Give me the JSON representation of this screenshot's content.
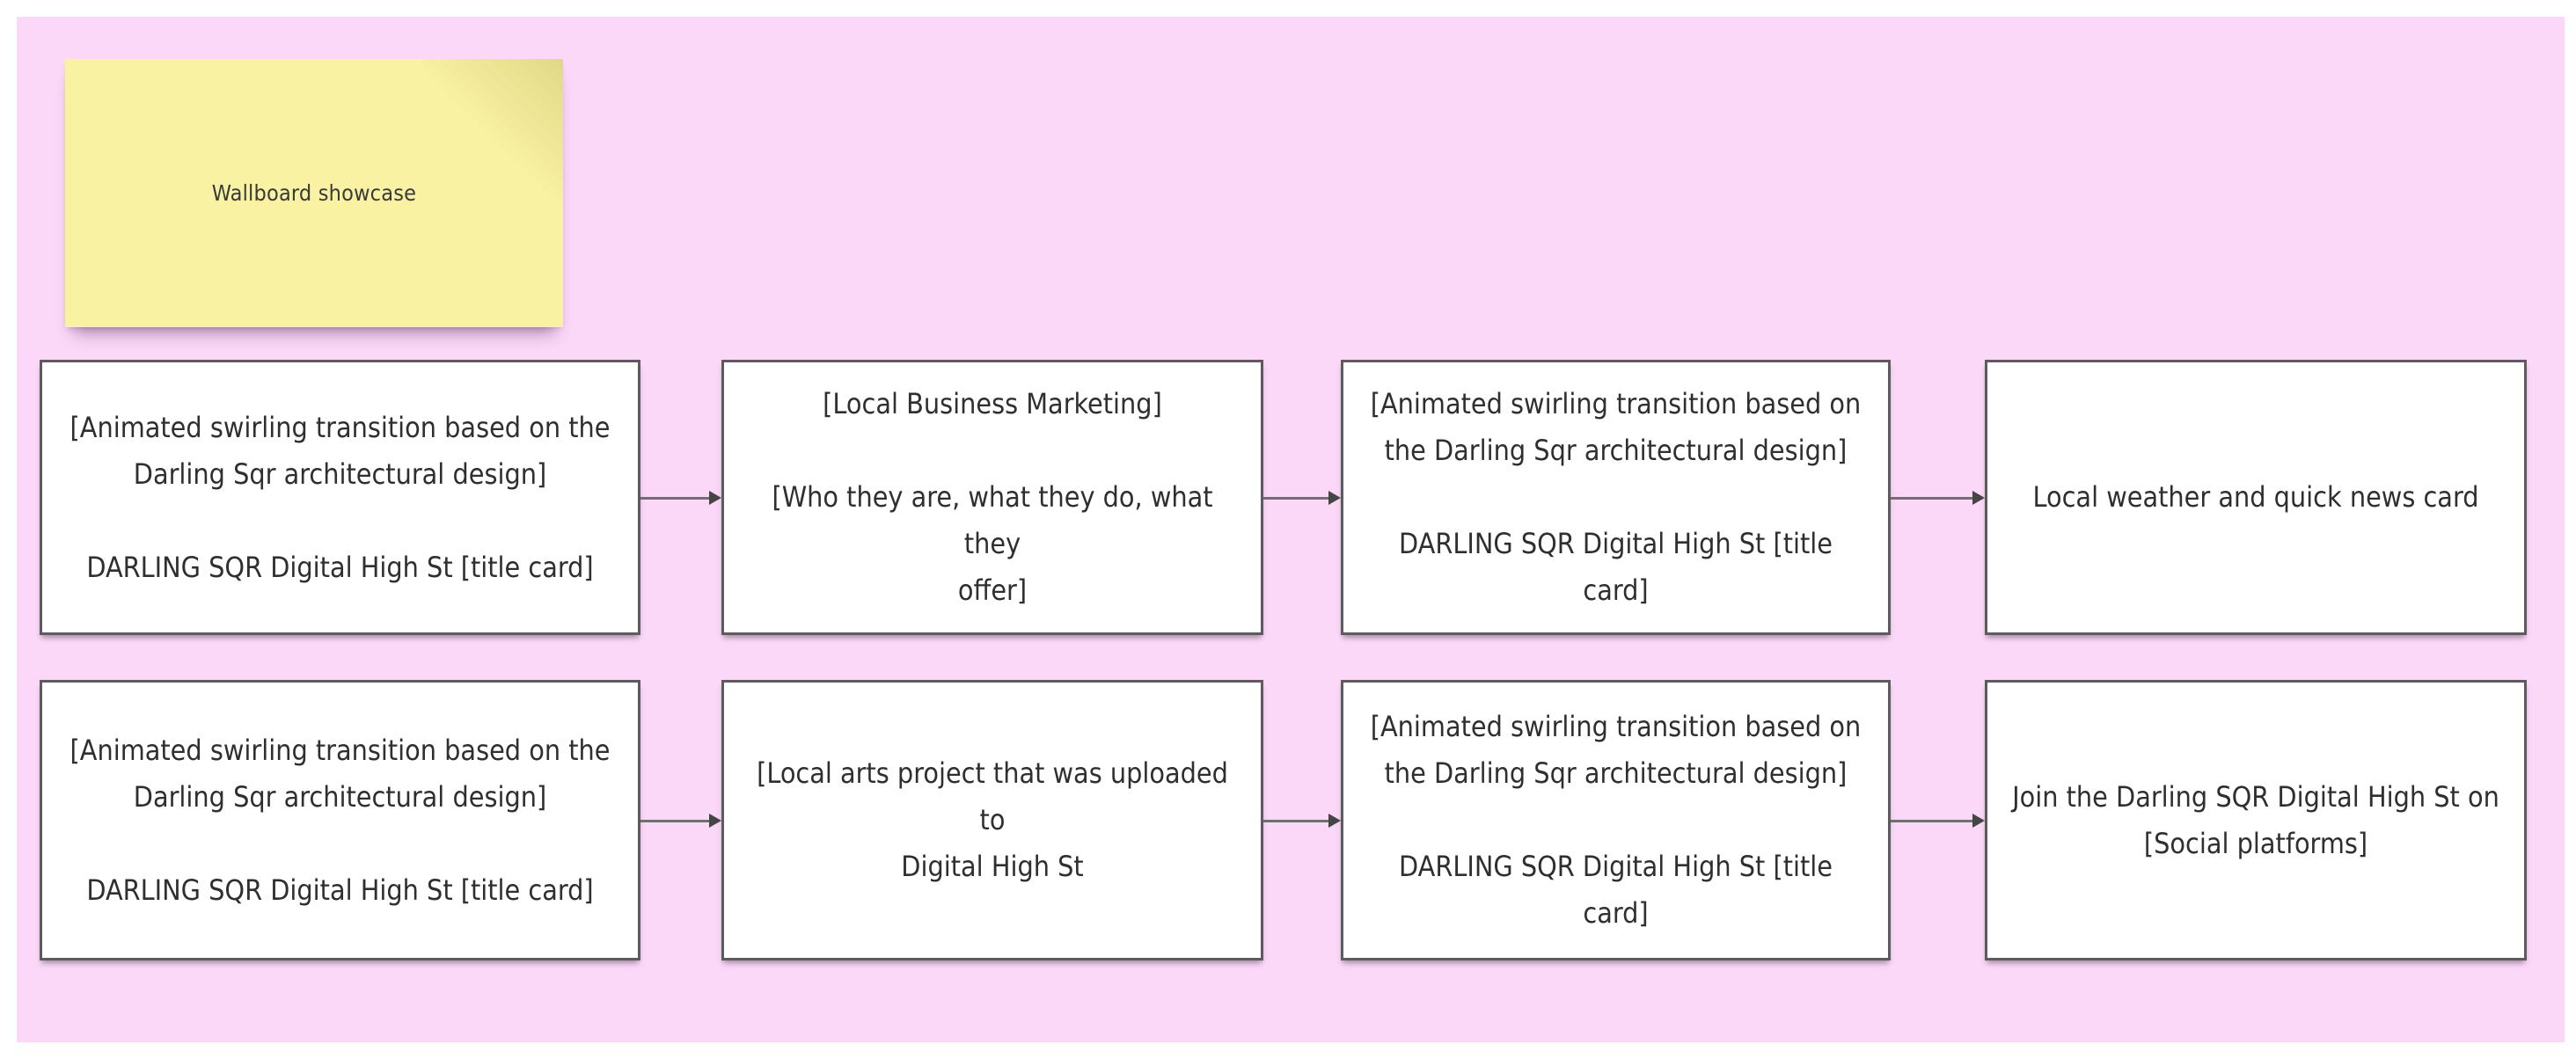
{
  "board": {
    "background_color": "#FBD7F8",
    "page_background": "#FFFFFF"
  },
  "sticky_note": {
    "label": "Wallboard showcase",
    "color": "#F9F2A2"
  },
  "flow": {
    "rows": [
      {
        "nodes": [
          {
            "text": "[Animated swirling transition based on the\nDarling Sqr architectural design]\n\nDARLING SQR Digital High St [title card]"
          },
          {
            "text": "[Local Business Marketing]\n\n[Who they are, what they do, what they\noffer]"
          },
          {
            "text": "[Animated swirling transition based on\nthe Darling Sqr architectural design]\n\nDARLING SQR Digital High St [title card]"
          },
          {
            "text": "Local weather and quick news card"
          }
        ]
      },
      {
        "nodes": [
          {
            "text": "[Animated swirling transition based on the\nDarling Sqr architectural design]\n\nDARLING SQR Digital High St [title card]"
          },
          {
            "text": "[Local arts project that was uploaded to\nDigital High St"
          },
          {
            "text": "[Animated swirling transition based on\nthe Darling Sqr architectural design]\n\nDARLING SQR Digital High St [title card]"
          },
          {
            "text": "Join the Darling SQR Digital High St on\n[Social platforms]"
          }
        ]
      }
    ]
  }
}
